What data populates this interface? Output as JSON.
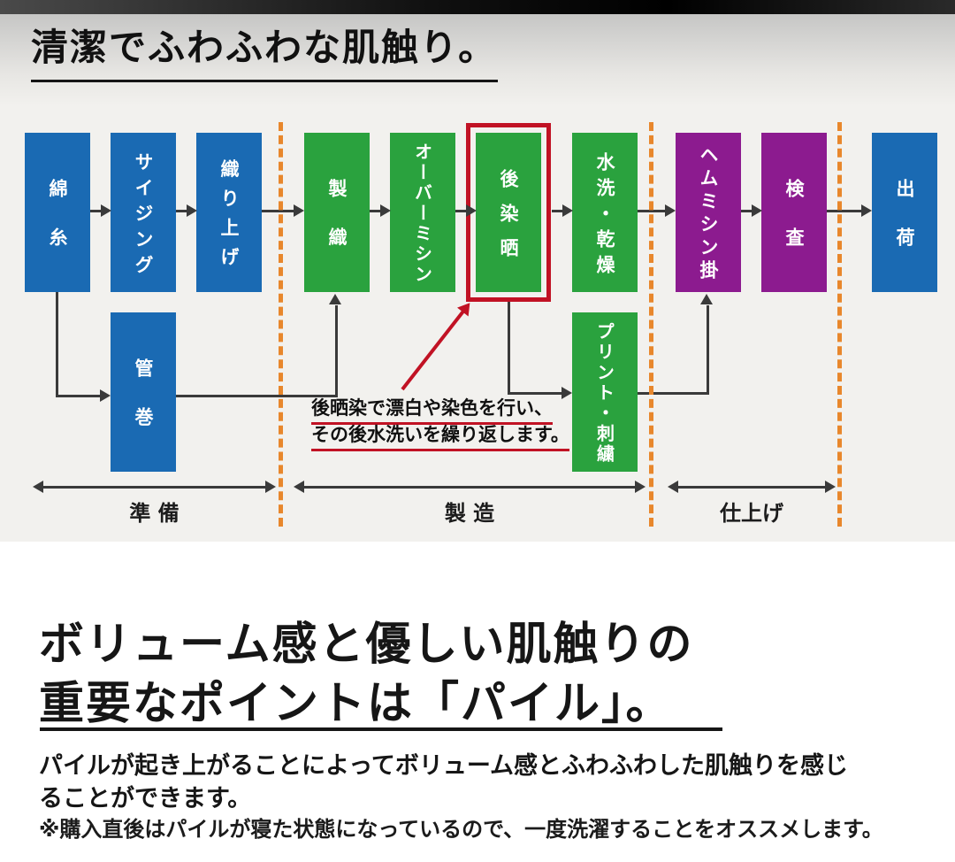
{
  "colors": {
    "blue": "#1a6ab3",
    "green": "#2aa23e",
    "purple": "#8c1b8f",
    "red": "#c11224",
    "orange": "#e8872c",
    "arrow": "#3a3a3a"
  },
  "header": {
    "title": "清潔でふわふわな肌触り。"
  },
  "flow": {
    "boxes": [
      {
        "label": "綿糸",
        "color": "blue"
      },
      {
        "label": "サイジング",
        "color": "blue"
      },
      {
        "label": "織り上げ",
        "color": "blue"
      },
      {
        "label": "管巻",
        "color": "blue"
      },
      {
        "label": "製織",
        "color": "green"
      },
      {
        "label": "オーバーミシン",
        "color": "green"
      },
      {
        "label": "後染晒",
        "color": "green",
        "highlighted": true
      },
      {
        "label": "水洗・乾燥",
        "color": "green"
      },
      {
        "label": "プリント・刺繍",
        "color": "green"
      },
      {
        "label": "ヘムミシン掛",
        "color": "purple"
      },
      {
        "label": "検査",
        "color": "purple"
      },
      {
        "label": "出荷",
        "color": "blue"
      }
    ],
    "connections": [
      "綿糸→サイジング",
      "サイジング→織り上げ",
      "織り上げ→製織",
      "綿糸→管巻",
      "管巻→製織",
      "製織→オーバーミシン",
      "オーバーミシン→後染晒",
      "後染晒→水洗・乾燥",
      "後染晒→プリント・刺繍",
      "プリント・刺繍→ヘムミシン掛",
      "水洗・乾燥→ヘムミシン掛",
      "ヘムミシン掛→検査",
      "検査→出荷"
    ],
    "stages": [
      {
        "label": "準 備"
      },
      {
        "label": "製 造"
      },
      {
        "label": "仕上げ"
      }
    ],
    "annotation": {
      "line1": "後晒染で漂白や染色を行い、",
      "line2": "その後水洗いを繰り返します。"
    }
  },
  "section2": {
    "title_line1": "ボリューム感と優しい肌触りの",
    "title_line2": "重要なポイントは「パイル」。",
    "body_line1": "パイルが起き上がることによってボリューム感とふわふわした肌触りを感じ",
    "body_line2": "ることができます。",
    "note": "※購入直後はパイルが寝た状態になっているので、一度洗濯することをオススメします。"
  }
}
